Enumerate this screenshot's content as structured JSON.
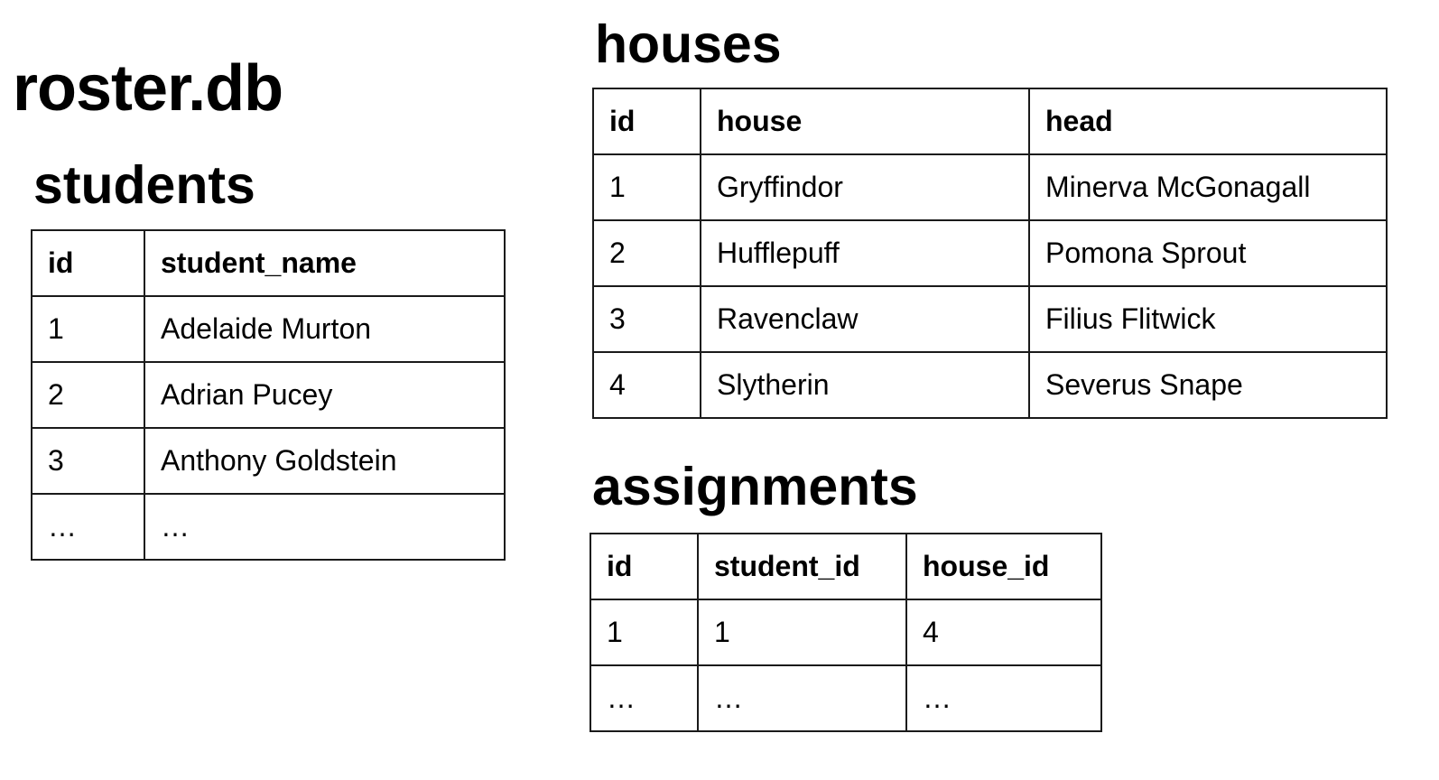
{
  "db_name": "roster.db",
  "tables": {
    "students": {
      "title": "students",
      "columns": [
        "id",
        "student_name"
      ],
      "rows": [
        [
          "1",
          "Adelaide Murton"
        ],
        [
          "2",
          "Adrian Pucey"
        ],
        [
          "3",
          "Anthony Goldstein"
        ],
        [
          "…",
          "…"
        ]
      ]
    },
    "houses": {
      "title": "houses",
      "columns": [
        "id",
        "house",
        "head"
      ],
      "rows": [
        [
          "1",
          "Gryffindor",
          "Minerva McGonagall"
        ],
        [
          "2",
          "Hufflepuff",
          "Pomona Sprout"
        ],
        [
          "3",
          "Ravenclaw",
          "Filius Flitwick"
        ],
        [
          "4",
          "Slytherin",
          "Severus Snape"
        ]
      ]
    },
    "assignments": {
      "title": "assignments",
      "columns": [
        "id",
        "student_id",
        "house_id"
      ],
      "rows": [
        [
          "1",
          "1",
          "4"
        ],
        [
          "…",
          "…",
          "…"
        ]
      ]
    }
  }
}
